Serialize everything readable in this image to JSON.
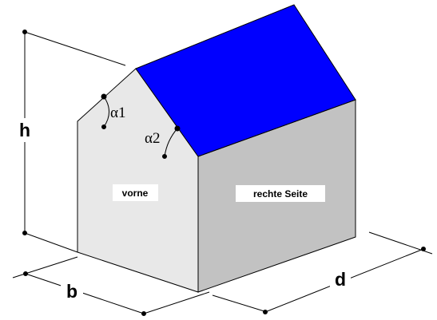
{
  "labels": {
    "height": "h",
    "width": "b",
    "depth": "d",
    "angle1": "α1",
    "angle2": "α2",
    "front_face": "vorne",
    "right_face": "rechte Seite"
  },
  "colors": {
    "background": "#ffffff",
    "front_wall": "#e8e8e8",
    "right_wall": "#c2c2c2",
    "roof": "#0000ff",
    "label_box": "#ffffff",
    "lines": "#000000"
  }
}
